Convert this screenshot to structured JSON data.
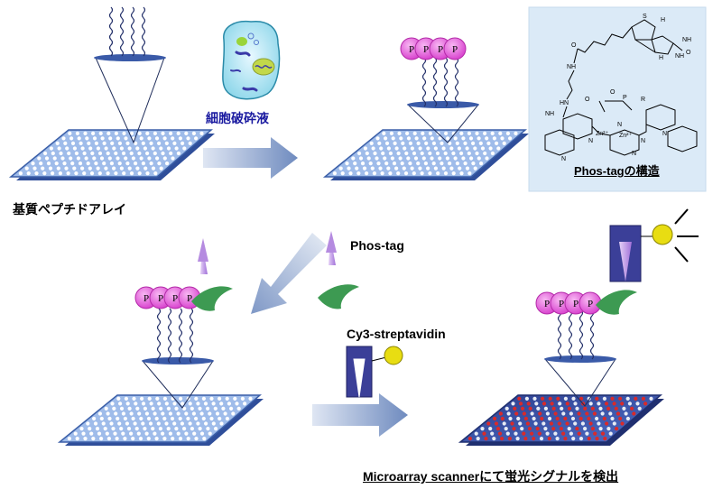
{
  "labels": {
    "substrate": "基質ペプチドアレイ",
    "lysate": "細胞破砕液",
    "phostag": "Phos-tag",
    "cy3": "Cy3-streptavidin",
    "detect": "Microarray scannerにて蛍光シグナルを検出",
    "structure_caption": "Phos-tagの構造"
  },
  "bead_letter": "P",
  "chem_labels": {
    "s": "S",
    "h1": "H",
    "h2": "H",
    "nh1": "NH",
    "nh2": "NH",
    "nh3": "NH",
    "nh4": "NH",
    "hn": "HN",
    "o1": "O",
    "o2": "O",
    "o3": "O",
    "o4": "O",
    "p": "P",
    "r": "R",
    "n1": "N",
    "n2": "N",
    "n3": "N",
    "n4": "N",
    "n5": "N",
    "n6": "N",
    "zn1": "Zn²⁺",
    "zn2": "Zn²⁺"
  },
  "colors": {
    "plate_face": "#8fb0e0",
    "plate_edge": "#3b5fa8",
    "bead": "#e95ce0",
    "crescent": "#3d9a52",
    "triangle": "#c9a0e8",
    "cy3_box": "#3b3f98",
    "cy3_ball": "#e8dd12",
    "signal_dot": "#d92a2a",
    "arrow": "#8aa2cc",
    "label_blue": "#1a1aa0",
    "panel_bg": "#dbeaf7"
  },
  "detected_signal_pattern": "red dots on dark-blue plate"
}
